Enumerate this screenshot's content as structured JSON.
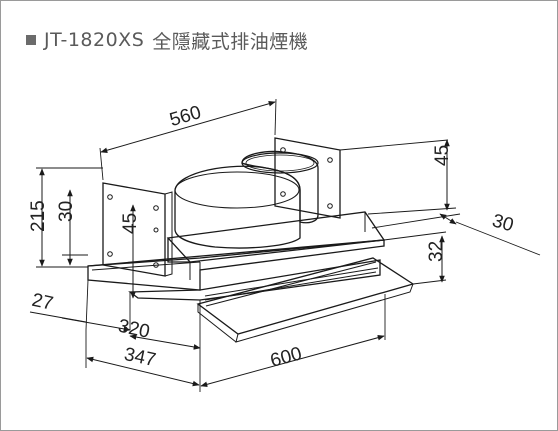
{
  "header": {
    "model": "JT-1820XS",
    "product_name": "全隱藏式排油煙機"
  },
  "dimensions": {
    "width_top": "560",
    "height_total": "215",
    "bracket_height_left": "30",
    "bracket_inner_left": "45",
    "bracket_height_right": "45",
    "right_offset": "30",
    "front_panel_height": "32",
    "front_offset": "27",
    "depth_inner": "320",
    "depth_outer": "347",
    "width_bottom": "600"
  },
  "colors": {
    "line": "#1a1a1a",
    "text": "#5a5a5a",
    "border": "#9a9a9a"
  }
}
